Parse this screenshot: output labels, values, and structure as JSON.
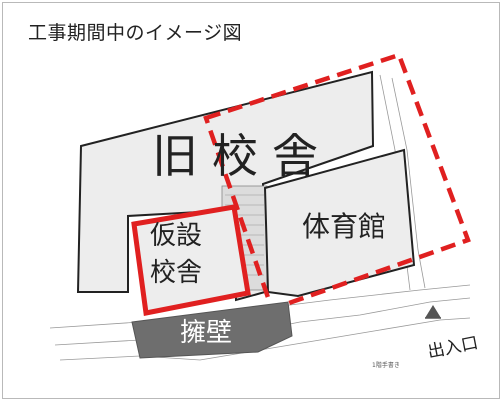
{
  "title": "工事期間中のイメージ図",
  "labels": {
    "old_school": "旧校舎",
    "gym": "体育館",
    "temp_school_line1": "仮設",
    "temp_school_line2": "校舎",
    "retaining_wall": "擁壁",
    "entrance": "出入口"
  },
  "small_note": "1階手書き",
  "colors": {
    "building_fill": "#ededed",
    "outline": "#222222",
    "highlight_red": "#e02020",
    "wall_fill": "#6e6e6e"
  }
}
